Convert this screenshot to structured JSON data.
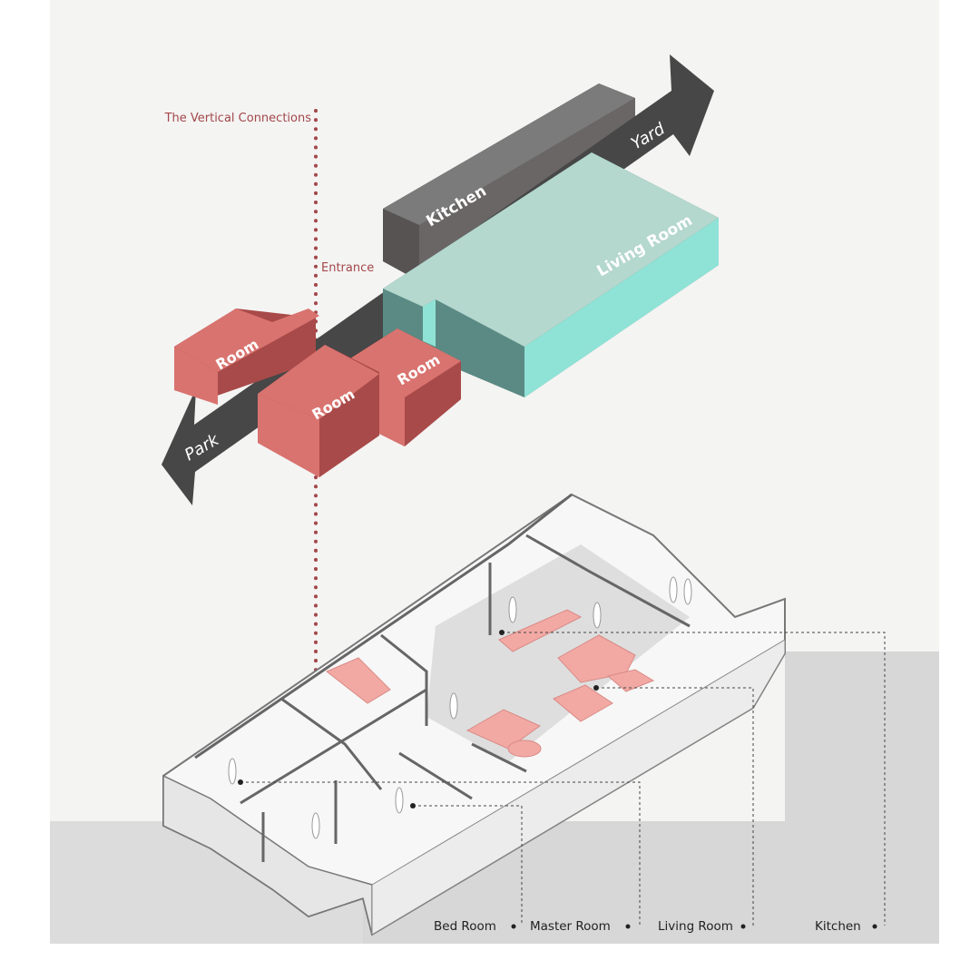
{
  "annotations": {
    "vertical_connections": "The Vertical Connections",
    "entrance": "Entrance"
  },
  "zones": {
    "kitchen": "Kitchen",
    "living_room": "Living Room",
    "room_a": "Room",
    "room_b": "Room",
    "room_c": "Room"
  },
  "directions": {
    "park": "Park",
    "yard": "Yard"
  },
  "legend": {
    "bed_room": "Bed Room",
    "master_room": "Master Room",
    "living_room": "Living Room",
    "kitchen": "Kitchen"
  },
  "colors": {
    "accent_red": "#a3474a",
    "room_top": "#d9736f",
    "room_side": "#a84a49",
    "living_top": "#b4d7ce",
    "living_side": "#8fe3d6",
    "living_dark": "#5b8a84",
    "kitchen_top": "#7b7b7b",
    "kitchen_side": "#575353",
    "band": "#474747",
    "furniture": "#f2a9a4"
  }
}
